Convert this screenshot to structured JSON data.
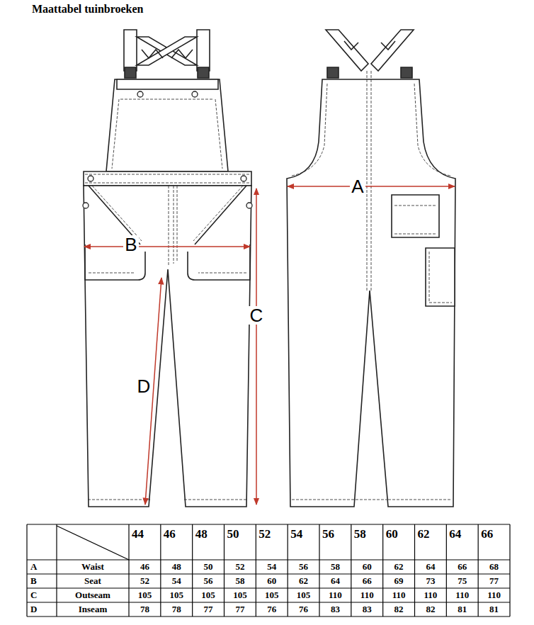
{
  "diagram": {
    "title": "Maattabel tuinbroeken",
    "labels": [
      "A",
      "B",
      "C",
      "D",
      "44",
      "46",
      "48",
      "50",
      "52",
      "54",
      "56",
      "58",
      "60",
      "62",
      "64",
      "66",
      "A",
      "Waist",
      "46",
      "48",
      "50",
      "52",
      "54",
      "56",
      "58",
      "60",
      "62",
      "64",
      "66",
      "68",
      "B",
      "Seat",
      "52",
      "54",
      "56",
      "58",
      "60",
      "62",
      "64",
      "66",
      "69",
      "73",
      "75",
      "77",
      "C",
      "Outseam",
      "105",
      "105",
      "105",
      "105",
      "105",
      "105",
      "110",
      "110",
      "110",
      "110",
      "110",
      "110",
      "D",
      "Inseam",
      "78",
      "78",
      "77",
      "77",
      "76",
      "76",
      "83",
      "83",
      "82",
      "82",
      "81",
      "81"
    ]
  }
}
